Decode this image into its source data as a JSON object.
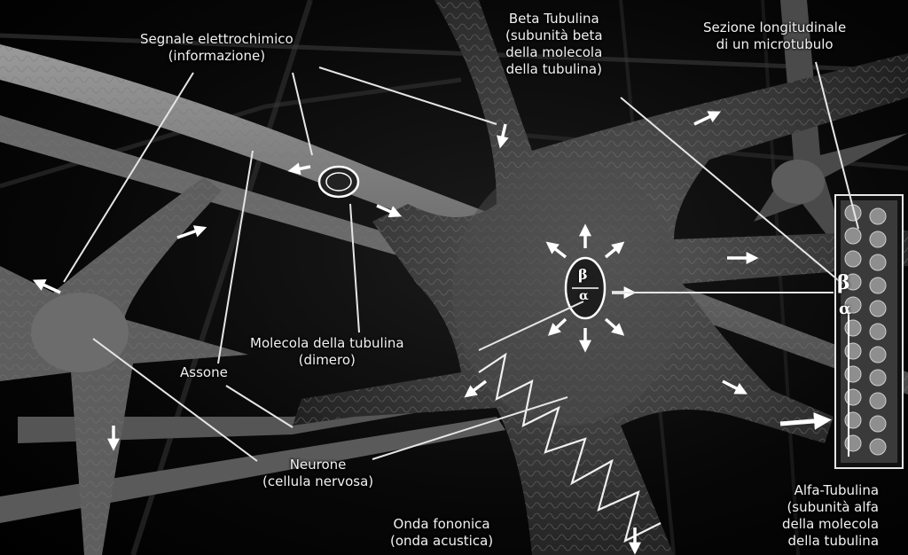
{
  "labels": {
    "segnale": [
      "Segnale elettrochimico",
      "(informazione)"
    ],
    "beta_tubulina": [
      "Beta Tubulina",
      "(subunità beta",
      "della molecola",
      "della tubulina)"
    ],
    "sezione": [
      "Sezione longitudinale",
      "di un microtubulo"
    ],
    "molecola": [
      "Molecola della tubulina",
      "(dimero)"
    ],
    "assone": [
      "Assone"
    ],
    "neurone": [
      "Neurone",
      "(cellula nervosa)"
    ],
    "onda": [
      "Onda fononica",
      "(onda acustica)"
    ],
    "alfa_tubulina": [
      "Alfa-Tubulina",
      "(subunità alfa",
      "della molecola",
      "della tubulina"
    ]
  },
  "symbols": {
    "beta": "β",
    "alpha": "α"
  },
  "colors": {
    "background": "#000000",
    "neuron": "#8a8a8a",
    "arrow": "#ffffff",
    "line": "#e6e6e6"
  }
}
